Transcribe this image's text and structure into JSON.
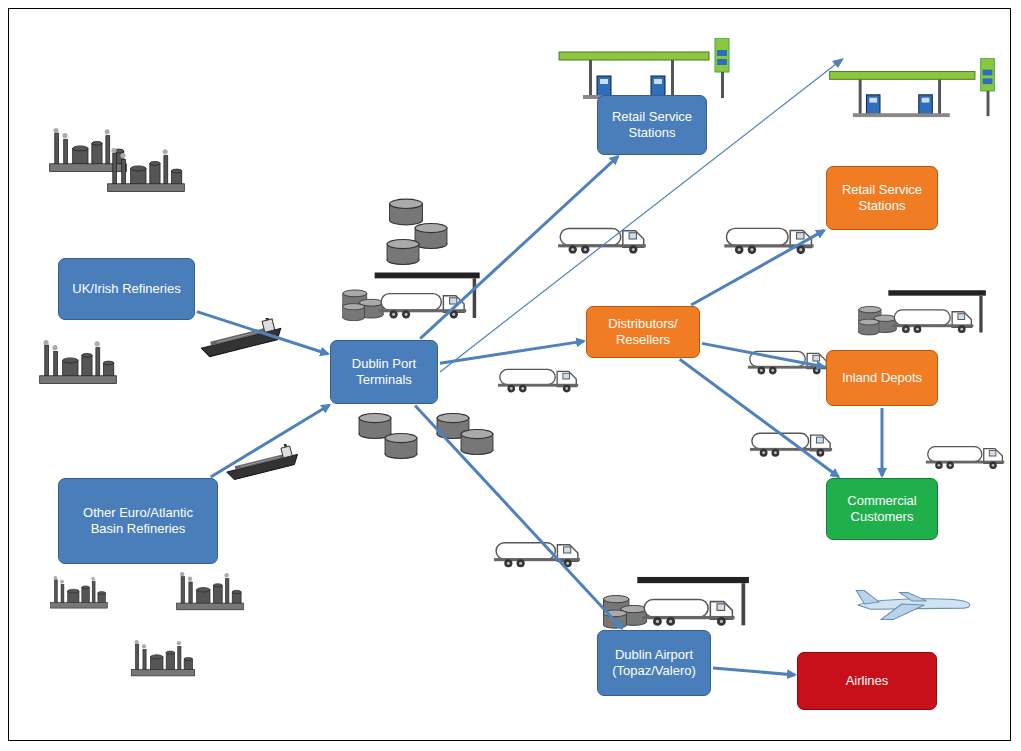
{
  "diagram": {
    "nodes": [
      {
        "text": [
          "UK/Irish Refineries"
        ]
      },
      {
        "text": [
          "Other Euro/Atlantic Basin Refineries"
        ]
      },
      {
        "text": [
          "Dublin Port Terminals"
        ]
      },
      {
        "text": [
          "Retail Service Stations"
        ]
      },
      {
        "text": [
          "Distributors/ Resellers"
        ]
      },
      {
        "text": [
          "Retail Service Stations"
        ]
      },
      {
        "text": [
          "Inland Depots"
        ]
      },
      {
        "text": [
          "Commercial Customers"
        ]
      },
      {
        "text": [
          "Dublin Airport (Topaz/Valero)"
        ]
      },
      {
        "text": [
          "Airlines"
        ]
      }
    ],
    "edges": [
      {
        "from": 0,
        "to": 2,
        "arrow": "to"
      },
      {
        "from": 1,
        "to": 2,
        "arrow": "to"
      },
      {
        "from": 2,
        "to": 3,
        "arrow": "to"
      },
      {
        "from": 2,
        "to": 4,
        "arrow": "to"
      },
      {
        "from": 2,
        "to": 8,
        "arrow": "to"
      },
      {
        "from": 4,
        "to": 5,
        "arrow": "to"
      },
      {
        "from": 4,
        "to": 6,
        "arrow": "to"
      },
      {
        "from": 4,
        "to": 7,
        "arrow": "to"
      },
      {
        "from": 6,
        "to": 7,
        "arrow": "to"
      },
      {
        "from": 8,
        "to": 9,
        "arrow": "to"
      }
    ]
  }
}
